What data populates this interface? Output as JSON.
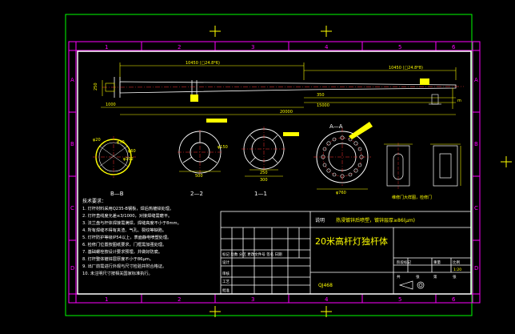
{
  "colors": {
    "background": "#000000",
    "sheet_border": "#ffffff",
    "frame": "#00ff00",
    "grid_ticks": "#ff00ff",
    "part_outline": "#ffffff",
    "dimensions": "#ffff00",
    "centerline": "#ff0000",
    "accent": "#00ffff"
  },
  "zone_labels": {
    "top": [
      "1",
      "2",
      "3",
      "4",
      "5",
      "6"
    ],
    "left": [
      "A",
      "B",
      "C",
      "D"
    ],
    "right": [
      "A",
      "B",
      "C",
      "D"
    ]
  },
  "elevation": {
    "dim_top_left": "10450 (□24.8*6)",
    "dim_top_right": "10450 (□24.8*8)",
    "dim_left_height": "250",
    "dim_base": "1000",
    "dim_mid": "15000",
    "dim_mid2": "350",
    "dim_total": "20000"
  },
  "sections": {
    "bb": {
      "label": "B—B",
      "dims": [
        "φ30",
        "φ102",
        "φ60",
        "φ20"
      ]
    },
    "s22": {
      "label": "2—2",
      "dims": [
        "φ150",
        "500"
      ]
    },
    "s11": {
      "label": "1—1",
      "dims": [
        "250",
        "300"
      ]
    },
    "aa": {
      "label": "A—A",
      "dims": [
        "φ760"
      ]
    }
  },
  "door_detail_caption": "维修门大样图，检修门",
  "notes_title": "技术要求：",
  "notes": [
    "1. 灯杆材料采用Q235-B钢板，焊后热镀锌处理。",
    "2. 灯杆直线度允差≤3/1000，对接焊缝需磨平。",
    "3. 法兰盘与杆体焊接需满焊，焊缝高度不小于8mm。",
    "4. 所有焊缝不得有夹渣、气孔、裂纹等缺陷。",
    "5. 灯杆防护等级IP54以上，表面静电喷塑处理。",
    "6. 检修门位置按图纸要求，门框需加强处理。",
    "7. 基础螺栓按设计要求预埋，并做好防腐。",
    "8. 灯杆整体镀锌层厚度不小于86μm。",
    "9. 出厂前需进行外观与尺寸检验并附合格证。",
    "10. 未注明尺寸按相关国家标准执行。"
  ],
  "title_block": {
    "material_label": "说明",
    "material_note": "热浸镀锌后喷塑，镀锌层厚≥86(μm)",
    "drawing_title": "20米高杆灯独杆体",
    "drawing_code": "QJ468",
    "left_rows": [
      "标记 处数 分区 更改文件号 签名 日期",
      "设计",
      "审核",
      "工艺",
      "批准"
    ],
    "right_headers": [
      "阶段标记",
      "重量",
      "比例"
    ],
    "right_values": [
      "",
      "",
      "1:20"
    ],
    "right_row2": [
      "共",
      "张",
      "第",
      "张"
    ]
  }
}
